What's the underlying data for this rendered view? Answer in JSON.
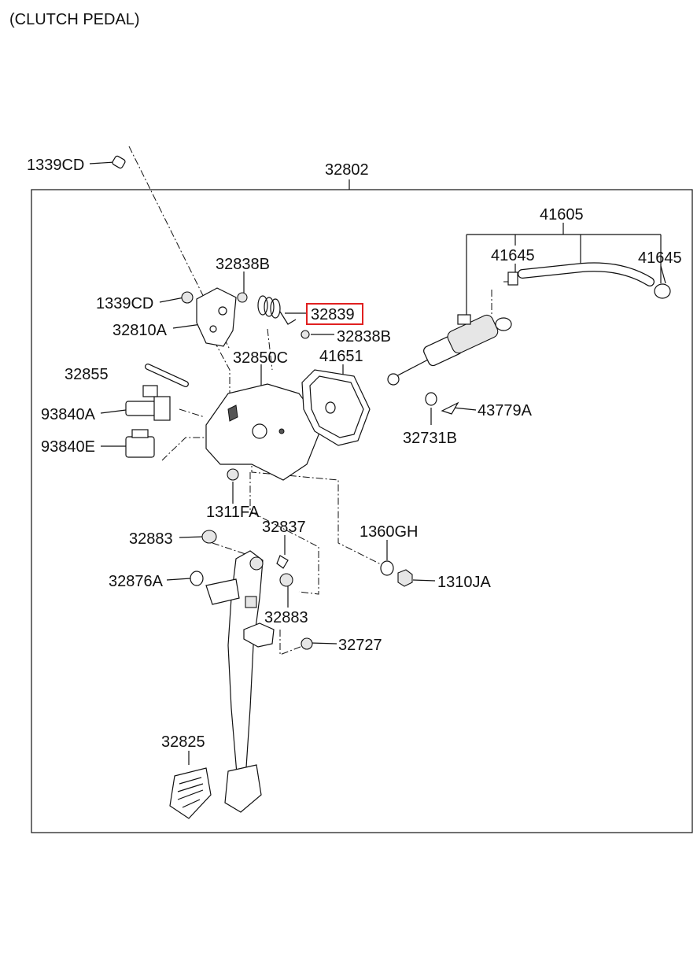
{
  "title": "(CLUTCH PEDAL)",
  "highlight_color": "#e02020",
  "parts": {
    "p1339cd_top": "1339CD",
    "p32802": "32802",
    "p41605": "41605",
    "p41645_left": "41645",
    "p41645_right": "41645",
    "p32838b_top": "32838B",
    "p1339cd_mid": "1339CD",
    "p32839": "32839",
    "p32810a": "32810A",
    "p32838b_mid": "32838B",
    "p32850c": "32850C",
    "p41651": "41651",
    "p32855": "32855",
    "p93840a": "93840A",
    "p43779a": "43779A",
    "p32731b": "32731B",
    "p93840e": "93840E",
    "p1311fa": "1311FA",
    "p32837": "32837",
    "p1360gh": "1360GH",
    "p32883_top": "32883",
    "p32876a": "32876A",
    "p1310ja": "1310JA",
    "p32883_mid": "32883",
    "p32727": "32727",
    "p32825": "32825"
  }
}
